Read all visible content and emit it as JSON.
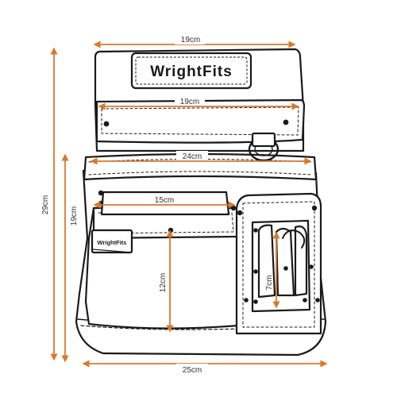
{
  "brand": {
    "name_main": "WrightFits",
    "name_tag": "WrightFits"
  },
  "dimensions": {
    "top_width": "19cm",
    "flap_width": "19cm",
    "belt_width": "24cm",
    "front_pocket_width": "15cm",
    "bottom_width": "25cm",
    "total_height": "29cm",
    "body_height": "19cm",
    "front_pocket_height": "12cm",
    "tool_pocket_height": "7cm"
  },
  "colors": {
    "measure_line": "#d9792b",
    "outline": "#1a1a1a",
    "fill": "#ffffff"
  }
}
